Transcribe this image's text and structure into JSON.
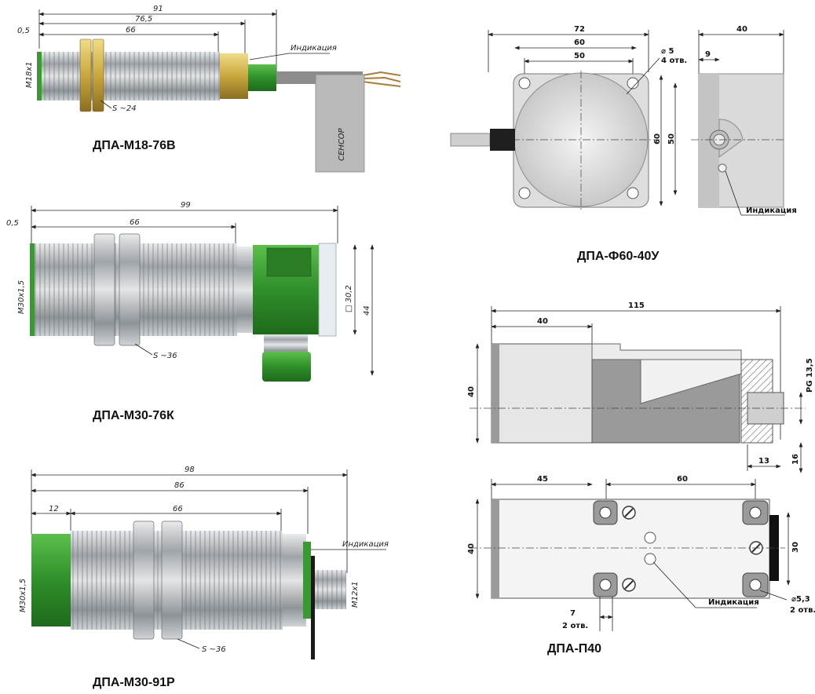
{
  "colors": {
    "metal": "#b9bcbf",
    "metal_dark": "#8d9194",
    "green": "#2f8f2a",
    "green_light": "#4cb13f",
    "brass": "#d6b84f",
    "gray_body": "#d7d7d7",
    "gray_dark": "#8f8f8f",
    "line": "#222222"
  },
  "m18": {
    "label": "ДПА-М18-76В",
    "dim_91": "91",
    "dim_765": "76,5",
    "dim_66": "66",
    "dim_05": "0,5",
    "thread": "M18x1",
    "wrench": "S ~24",
    "indication": "Индикация",
    "tag_text": "СЕНСОР"
  },
  "m30k": {
    "label": "ДПА-М30-76К",
    "dim_99": "99",
    "dim_66": "66",
    "dim_05": "0,5",
    "thread": "M30x1,5",
    "wrench": "S ~36",
    "dim_302": "□ 30,2",
    "dim_44": "44"
  },
  "m30p": {
    "label": "ДПА-М30-91Р",
    "dim_98": "98",
    "dim_86": "86",
    "dim_66": "66",
    "dim_12": "12",
    "thread": "M30x1,5",
    "thread2": "M12x1",
    "wrench": "S ~36",
    "indication": "Индикация"
  },
  "f60": {
    "label": "ДПА-Ф60-40У",
    "dim_72": "72",
    "dim_60": "60",
    "dim_50": "50",
    "dim_hole": "⌀ 5",
    "dim_holes": "4 отв.",
    "dim_40": "40",
    "dim_9": "9",
    "dim_60v": "60",
    "dim_50v": "50",
    "indication": "Индикация"
  },
  "p40": {
    "label": "ДПА-П40",
    "dim_115": "115",
    "dim_40": "40",
    "dim_40v": "40",
    "dim_pg": "PG 13,5",
    "dim_13": "13",
    "dim_16": "16",
    "dim_45": "45",
    "dim_60": "60",
    "dim_40v2": "40",
    "dim_30": "30",
    "dim_7": "7",
    "dim_2otv": "2 отв.",
    "dim_53": "⌀5,3",
    "dim_2otv2": "2 отв.",
    "indication": "Индикация"
  }
}
